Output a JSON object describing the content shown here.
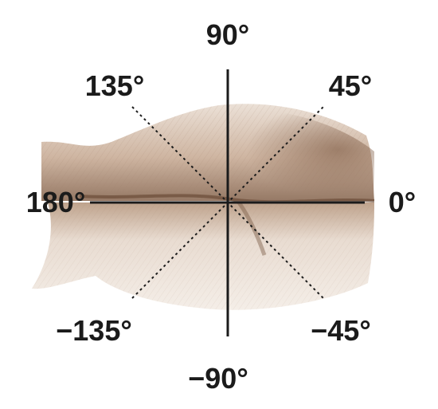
{
  "diagram": {
    "angle_labels": {
      "deg_90": "90°",
      "deg_45": "45°",
      "deg_0": "0°",
      "deg_neg45": "−45°",
      "deg_neg90": "−90°",
      "deg_neg135": "−135°",
      "deg_180": "180°",
      "deg_135": "135°"
    },
    "colors": {
      "ink": "#1b1b1b",
      "sketch_dark": "#7a5a44",
      "sketch_mid": "#a98a73",
      "sketch_light": "#d8c5b5"
    }
  }
}
